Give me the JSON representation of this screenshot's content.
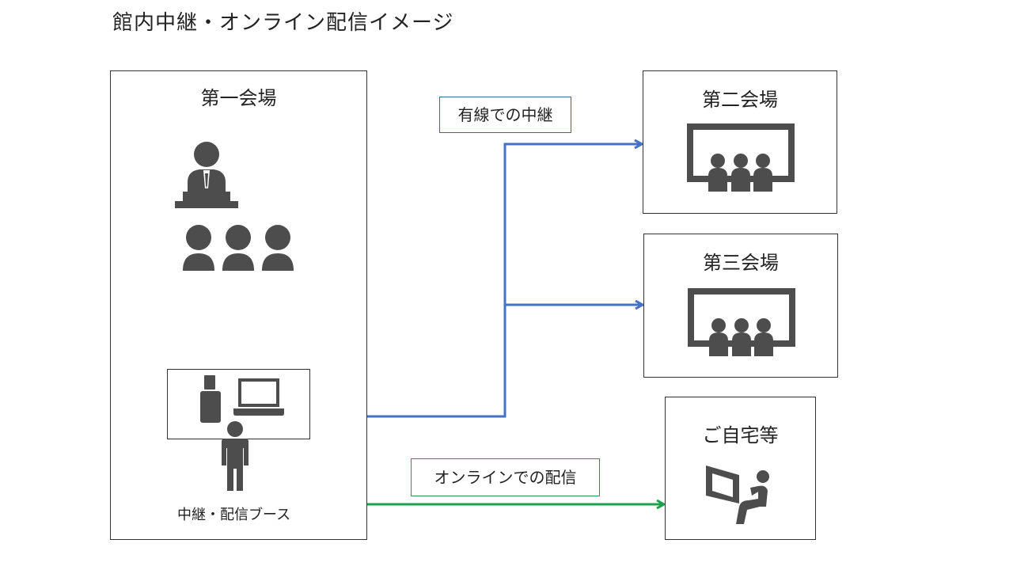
{
  "title": "館内中継・オンライン配信イメージ",
  "venues": {
    "main": {
      "label": "第一会場"
    },
    "second": {
      "label": "第二会場"
    },
    "third": {
      "label": "第三会場"
    },
    "home": {
      "label": "ご自宅等"
    }
  },
  "booth": {
    "label": "中継・配信ブース"
  },
  "connections": {
    "wired": {
      "label": "有線での中継",
      "color": "#4472c4"
    },
    "online": {
      "label": "オンラインでの配信",
      "color": "#1aa34a"
    }
  },
  "icons": {
    "speaker": "speaker-at-podium-icon",
    "audience": "audience-icon",
    "camera": "camera-icon",
    "laptop": "laptop-icon",
    "operator": "operator-person-icon",
    "screen": "screen-with-audience-icon",
    "viewer": "home-viewer-icon"
  },
  "colors": {
    "icon": "#4d4d4d",
    "border": "#333333"
  }
}
